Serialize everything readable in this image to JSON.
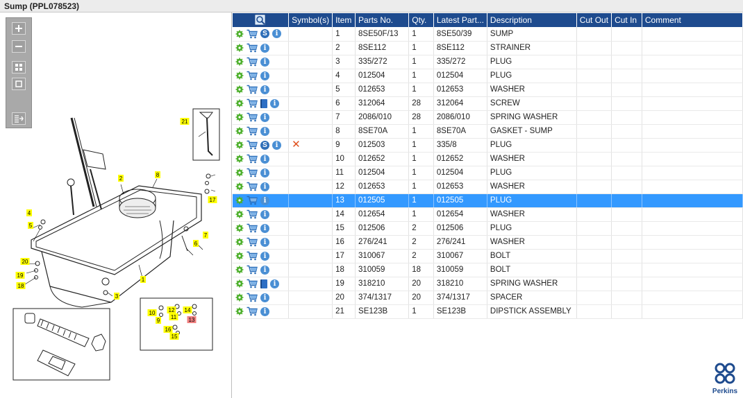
{
  "window": {
    "title": "Sump (PPL078523)"
  },
  "columns": {
    "symbols": "Symbol(s)",
    "item": "Item",
    "parts_no": "Parts No.",
    "qty": "Qty.",
    "latest_part": "Latest Part...",
    "description": "Description",
    "cut_out": "Cut Out",
    "cut_in": "Cut In",
    "comment": "Comment"
  },
  "icons": {
    "settings": "gear-icon",
    "cart": "cart-icon",
    "info": "info-icon",
    "supersession": "s-symbol-icon",
    "manual": "book-icon",
    "removed": "x-mark-icon"
  },
  "colors": {
    "header": "#1e4b8e",
    "selected": "#3399ff",
    "gear": "#4caf2a",
    "callout": "#ffff00"
  },
  "rows": [
    {
      "item": "1",
      "parts_no": "8SE50F/13",
      "qty": "1",
      "latest": "8SE50/39",
      "desc": "SUMP",
      "s": true,
      "book": false,
      "x": false
    },
    {
      "item": "2",
      "parts_no": "8SE112",
      "qty": "1",
      "latest": "8SE112",
      "desc": "STRAINER",
      "s": false,
      "book": false,
      "x": false
    },
    {
      "item": "3",
      "parts_no": "335/272",
      "qty": "1",
      "latest": "335/272",
      "desc": "PLUG",
      "s": false,
      "book": false,
      "x": false
    },
    {
      "item": "4",
      "parts_no": "012504",
      "qty": "1",
      "latest": "012504",
      "desc": "PLUG",
      "s": false,
      "book": false,
      "x": false
    },
    {
      "item": "5",
      "parts_no": "012653",
      "qty": "1",
      "latest": "012653",
      "desc": "WASHER",
      "s": false,
      "book": false,
      "x": false
    },
    {
      "item": "6",
      "parts_no": "312064",
      "qty": "28",
      "latest": "312064",
      "desc": "SCREW",
      "s": false,
      "book": true,
      "x": false
    },
    {
      "item": "7",
      "parts_no": "2086/010",
      "qty": "28",
      "latest": "2086/010",
      "desc": "SPRING WASHER",
      "s": false,
      "book": false,
      "x": false
    },
    {
      "item": "8",
      "parts_no": "8SE70A",
      "qty": "1",
      "latest": "8SE70A",
      "desc": "GASKET - SUMP",
      "s": false,
      "book": false,
      "x": false
    },
    {
      "item": "9",
      "parts_no": "012503",
      "qty": "1",
      "latest": "335/8",
      "desc": "PLUG",
      "s": true,
      "book": false,
      "x": true
    },
    {
      "item": "10",
      "parts_no": "012652",
      "qty": "1",
      "latest": "012652",
      "desc": "WASHER",
      "s": false,
      "book": false,
      "x": false
    },
    {
      "item": "11",
      "parts_no": "012504",
      "qty": "1",
      "latest": "012504",
      "desc": "PLUG",
      "s": false,
      "book": false,
      "x": false
    },
    {
      "item": "12",
      "parts_no": "012653",
      "qty": "1",
      "latest": "012653",
      "desc": "WASHER",
      "s": false,
      "book": false,
      "x": false
    },
    {
      "item": "13",
      "parts_no": "012505",
      "qty": "1",
      "latest": "012505",
      "desc": "PLUG",
      "s": false,
      "book": false,
      "x": false,
      "selected": true
    },
    {
      "item": "14",
      "parts_no": "012654",
      "qty": "1",
      "latest": "012654",
      "desc": "WASHER",
      "s": false,
      "book": false,
      "x": false
    },
    {
      "item": "15",
      "parts_no": "012506",
      "qty": "2",
      "latest": "012506",
      "desc": "PLUG",
      "s": false,
      "book": false,
      "x": false
    },
    {
      "item": "16",
      "parts_no": "276/241",
      "qty": "2",
      "latest": "276/241",
      "desc": "WASHER",
      "s": false,
      "book": false,
      "x": false
    },
    {
      "item": "17",
      "parts_no": "310067",
      "qty": "2",
      "latest": "310067",
      "desc": "BOLT",
      "s": false,
      "book": false,
      "x": false
    },
    {
      "item": "18",
      "parts_no": "310059",
      "qty": "18",
      "latest": "310059",
      "desc": "BOLT",
      "s": false,
      "book": false,
      "x": false
    },
    {
      "item": "19",
      "parts_no": "318210",
      "qty": "20",
      "latest": "318210",
      "desc": "SPRING WASHER",
      "s": false,
      "book": true,
      "x": false
    },
    {
      "item": "20",
      "parts_no": "374/1317",
      "qty": "20",
      "latest": "374/1317",
      "desc": "SPACER",
      "s": false,
      "book": false,
      "x": false
    },
    {
      "item": "21",
      "parts_no": "SE123B",
      "qty": "1",
      "latest": "SE123B",
      "desc": "DIPSTICK ASSEMBLY",
      "s": false,
      "book": false,
      "x": false
    }
  ],
  "callouts": [
    "1",
    "2",
    "3",
    "4",
    "5",
    "6",
    "7",
    "8",
    "9",
    "10",
    "11",
    "12",
    "13",
    "14",
    "15",
    "16",
    "17",
    "18",
    "19",
    "20",
    "21"
  ],
  "brand": {
    "name": "Perkins"
  }
}
